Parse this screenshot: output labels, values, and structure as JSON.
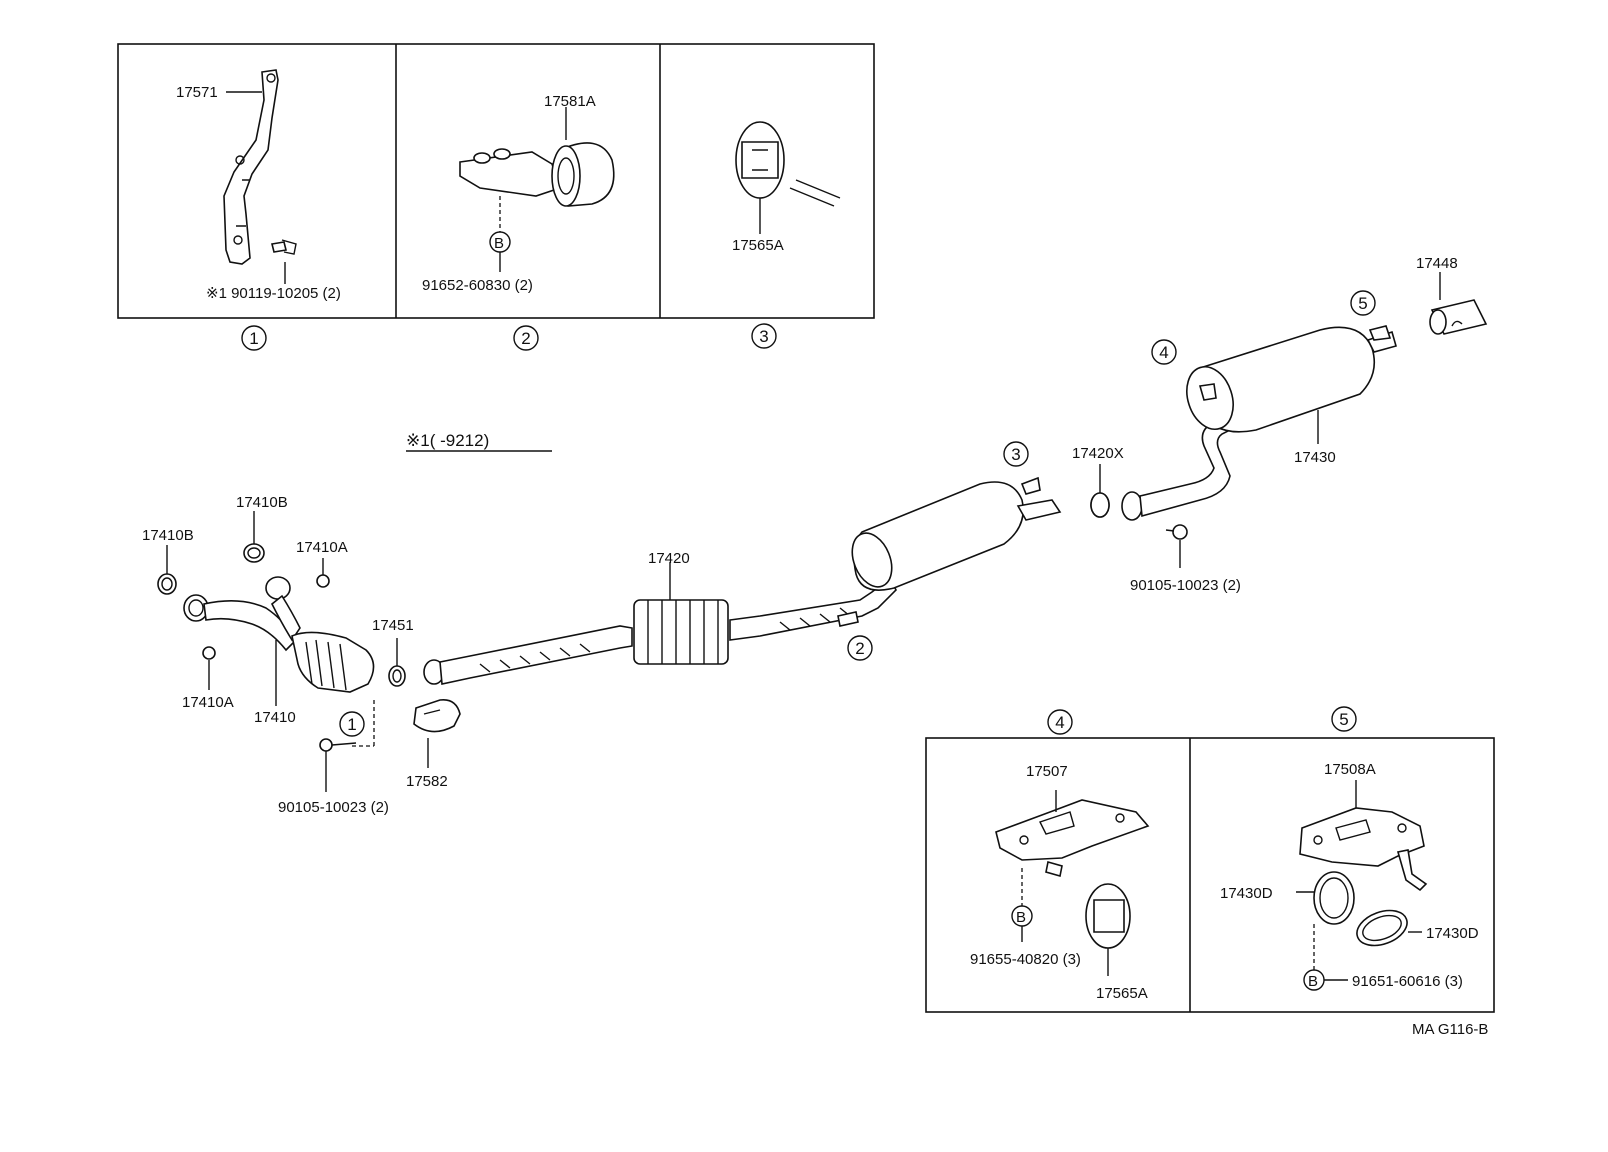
{
  "labels": {
    "p17571": "17571",
    "p90119": "※1 90119-10205 (2)",
    "p17581A": "17581A",
    "b_top2": "B",
    "p91652": "91652-60830 (2)",
    "p17565A_top": "17565A",
    "c1_top": "1",
    "c2_top": "2",
    "c3_top": "3",
    "note1": "※1(      -9212)",
    "p17448": "17448",
    "c5_main": "5",
    "c4_main": "4",
    "p17430": "17430",
    "c3_main": "3",
    "p17420X": "17420X",
    "p90105_r": "90105-10023 (2)",
    "p17410B_a": "17410B",
    "p17410B_b": "17410B",
    "p17410A_a": "17410A",
    "p17420": "17420",
    "p17451": "17451",
    "c2_main": "2",
    "p17410A_b": "17410A",
    "p17410": "17410",
    "c1_main": "1",
    "p17582": "17582",
    "p90105_l": "90105-10023 (2)",
    "c4_det": "4",
    "c5_det": "5",
    "p17507": "17507",
    "b_det4": "B",
    "p91655": "91655-40820 (3)",
    "p17565A_det": "17565A",
    "p17508A": "17508A",
    "p17430D_a": "17430D",
    "p17430D_b": "17430D",
    "b_det5": "B",
    "p91651": "91651-60616 (3)",
    "code": "MA G116-B"
  }
}
